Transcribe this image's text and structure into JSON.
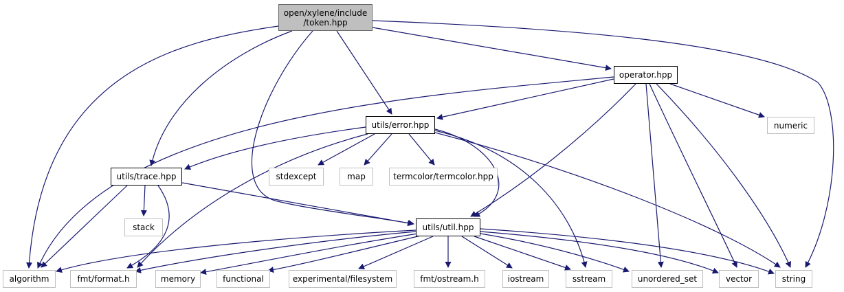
{
  "colors": {
    "edge": "#191970",
    "root_fill": "#bfbfbf",
    "local_border": "#000000",
    "system_border": "#bfbfbf"
  },
  "nodes": {
    "root": {
      "line1": "open/xylene/include",
      "line2": "/token.hpp"
    },
    "operator": "operator.hpp",
    "error": "utils/error.hpp",
    "trace": "utils/trace.hpp",
    "util": "utils/util.hpp",
    "numeric": "numeric",
    "stdexcept": "stdexcept",
    "map": "map",
    "termcolor": "termcolor/termcolor.hpp",
    "stack": "stack",
    "algorithm": "algorithm",
    "fmt_format": "fmt/format.h",
    "memory": "memory",
    "functional": "functional",
    "filesystem": "experimental/filesystem",
    "fmt_ostream": "fmt/ostream.h",
    "iostream": "iostream",
    "sstream": "sstream",
    "unordered_set": "unordered_set",
    "vector": "vector",
    "string": "string"
  },
  "edges": [
    [
      "root",
      "algorithm"
    ],
    [
      "root",
      "trace"
    ],
    [
      "root",
      "util"
    ],
    [
      "root",
      "error"
    ],
    [
      "root",
      "operator"
    ],
    [
      "root",
      "string"
    ],
    [
      "operator",
      "error"
    ],
    [
      "operator",
      "algorithm"
    ],
    [
      "operator",
      "util"
    ],
    [
      "operator",
      "numeric"
    ],
    [
      "operator",
      "unordered_set"
    ],
    [
      "operator",
      "vector"
    ],
    [
      "operator",
      "string"
    ],
    [
      "error",
      "trace"
    ],
    [
      "error",
      "stdexcept"
    ],
    [
      "error",
      "map"
    ],
    [
      "error",
      "termcolor"
    ],
    [
      "error",
      "fmt_format"
    ],
    [
      "error",
      "util"
    ],
    [
      "error",
      "sstream"
    ],
    [
      "error",
      "string"
    ],
    [
      "trace",
      "stack"
    ],
    [
      "trace",
      "algorithm"
    ],
    [
      "trace",
      "fmt_format"
    ],
    [
      "trace",
      "util"
    ],
    [
      "util",
      "algorithm"
    ],
    [
      "util",
      "fmt_format"
    ],
    [
      "util",
      "memory"
    ],
    [
      "util",
      "functional"
    ],
    [
      "util",
      "filesystem"
    ],
    [
      "util",
      "fmt_ostream"
    ],
    [
      "util",
      "iostream"
    ],
    [
      "util",
      "sstream"
    ],
    [
      "util",
      "unordered_set"
    ],
    [
      "util",
      "vector"
    ],
    [
      "util",
      "string"
    ]
  ]
}
